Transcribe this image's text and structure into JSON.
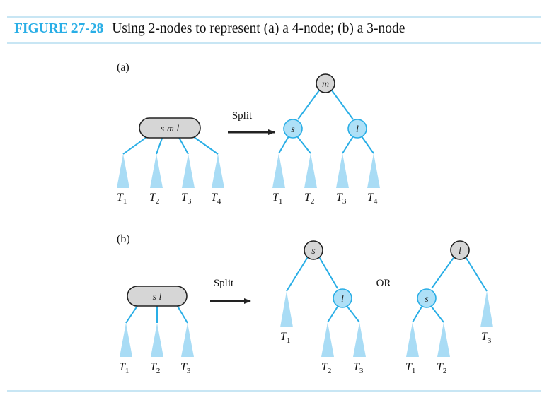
{
  "caption": {
    "figure_number": "FIGURE 27-28",
    "text": "Using 2-nodes to represent (a) a 4-node; (b) a 3-node"
  },
  "parts": {
    "a": {
      "label": "(a)",
      "four_node_keys": "s m l",
      "split_label": "Split",
      "root": "m",
      "left_child": "s",
      "right_child": "l",
      "subtrees": [
        "T1",
        "T2",
        "T3",
        "T4"
      ]
    },
    "b": {
      "label": "(b)",
      "three_node_keys": "s l",
      "split_label": "Split",
      "or_label": "OR",
      "option1_root": "s",
      "option1_child": "l",
      "option2_root": "l",
      "option2_child": "s",
      "subtrees": [
        "T1",
        "T2",
        "T3"
      ]
    }
  },
  "colors": {
    "accent": "#29aee6",
    "subtree_fill": "#a9dcf5",
    "blue_node_fill": "#aee0f7",
    "gray_node_fill": "#d6d6d6"
  }
}
